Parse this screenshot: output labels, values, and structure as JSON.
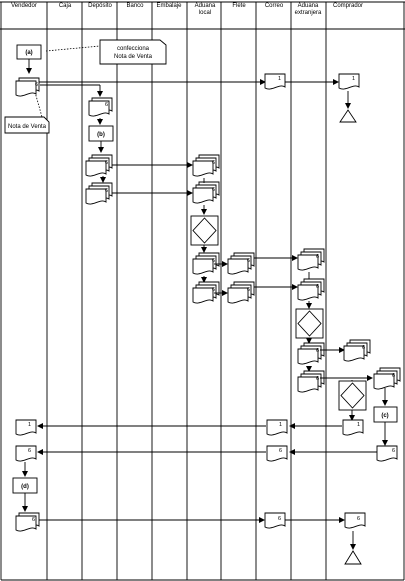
{
  "lanes": [
    "Vendedor",
    "Caja",
    "Depósito",
    "Banco",
    "Embalaje",
    "Aduana\nlocal",
    "Flete",
    "Correo",
    "Aduana\nextranjera",
    "Comprador"
  ],
  "notes": {
    "top": "confecciona\nNota de Venta",
    "left": "Nota de Venta"
  },
  "process_labels": {
    "a": "(a)",
    "b": "(b)",
    "c": "(c)",
    "d": "(d)"
  },
  "doc_marks": {
    "one": "1",
    "six": "6"
  }
}
